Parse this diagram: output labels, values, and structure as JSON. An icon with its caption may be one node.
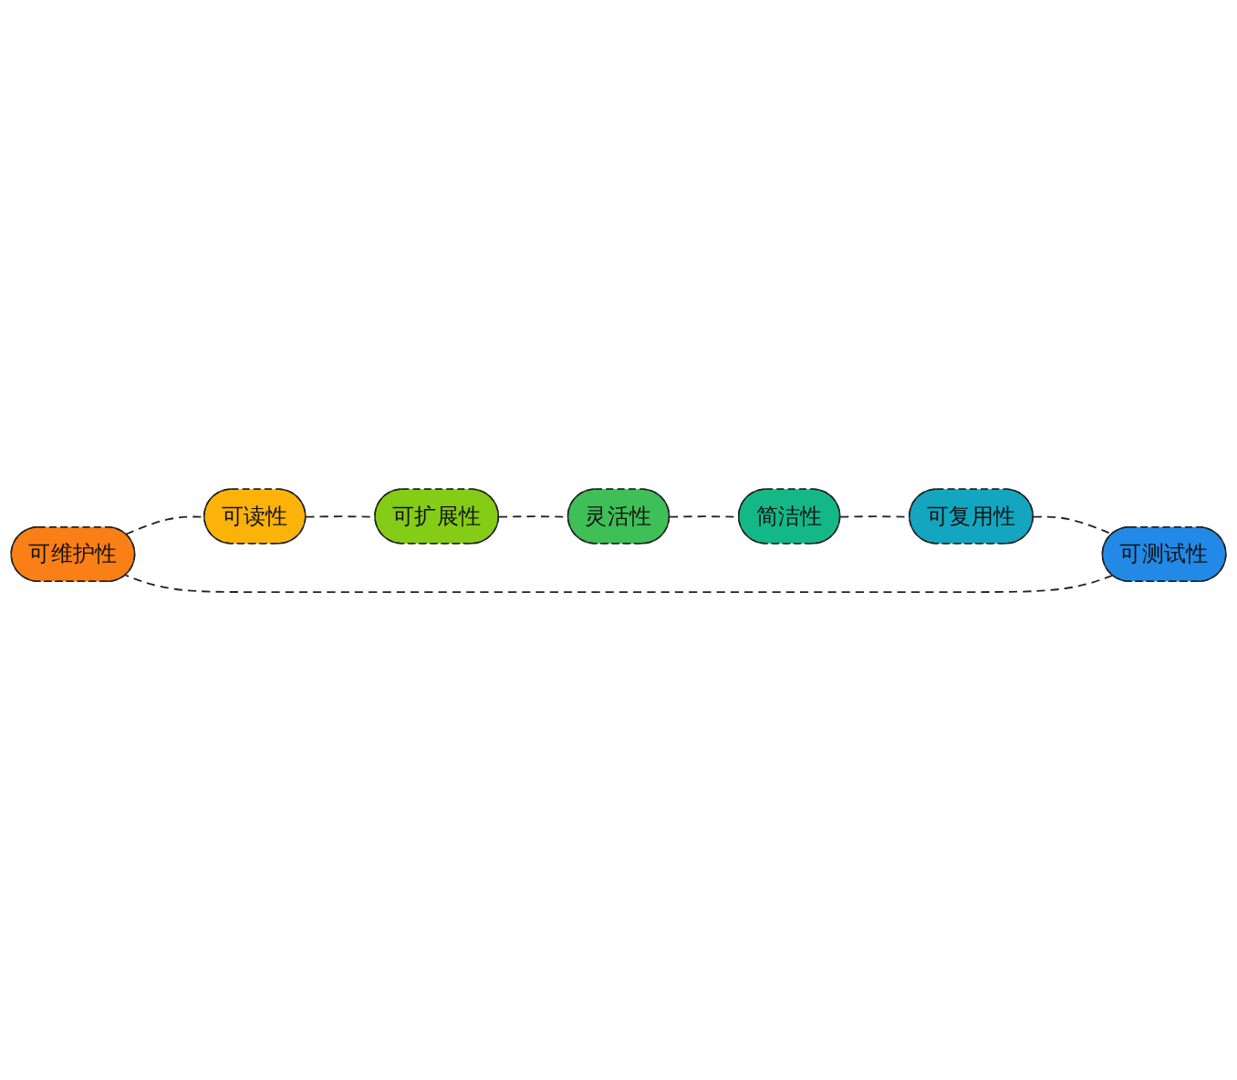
{
  "diagram": {
    "nodes": [
      {
        "text": [
          "可维护性"
        ]
      },
      {
        "text": [
          "可读性"
        ]
      },
      {
        "text": [
          "可扩展性"
        ]
      },
      {
        "text": [
          "灵活性"
        ]
      },
      {
        "text": [
          "简洁性"
        ]
      },
      {
        "text": [
          "可复用性"
        ]
      },
      {
        "text": [
          "可测试性"
        ]
      }
    ],
    "edges": [
      {
        "from": 0,
        "to": 1,
        "arrow": "none",
        "style": "dashed"
      },
      {
        "from": 1,
        "to": 2,
        "arrow": "none",
        "style": "dashed"
      },
      {
        "from": 2,
        "to": 3,
        "arrow": "none",
        "style": "dashed"
      },
      {
        "from": 3,
        "to": 4,
        "arrow": "none",
        "style": "dashed"
      },
      {
        "from": 4,
        "to": 5,
        "arrow": "none",
        "style": "dashed"
      },
      {
        "from": 5,
        "to": 6,
        "arrow": "none",
        "style": "dashed"
      },
      {
        "from": 6,
        "to": 0,
        "arrow": "none",
        "style": "dashed"
      }
    ]
  }
}
